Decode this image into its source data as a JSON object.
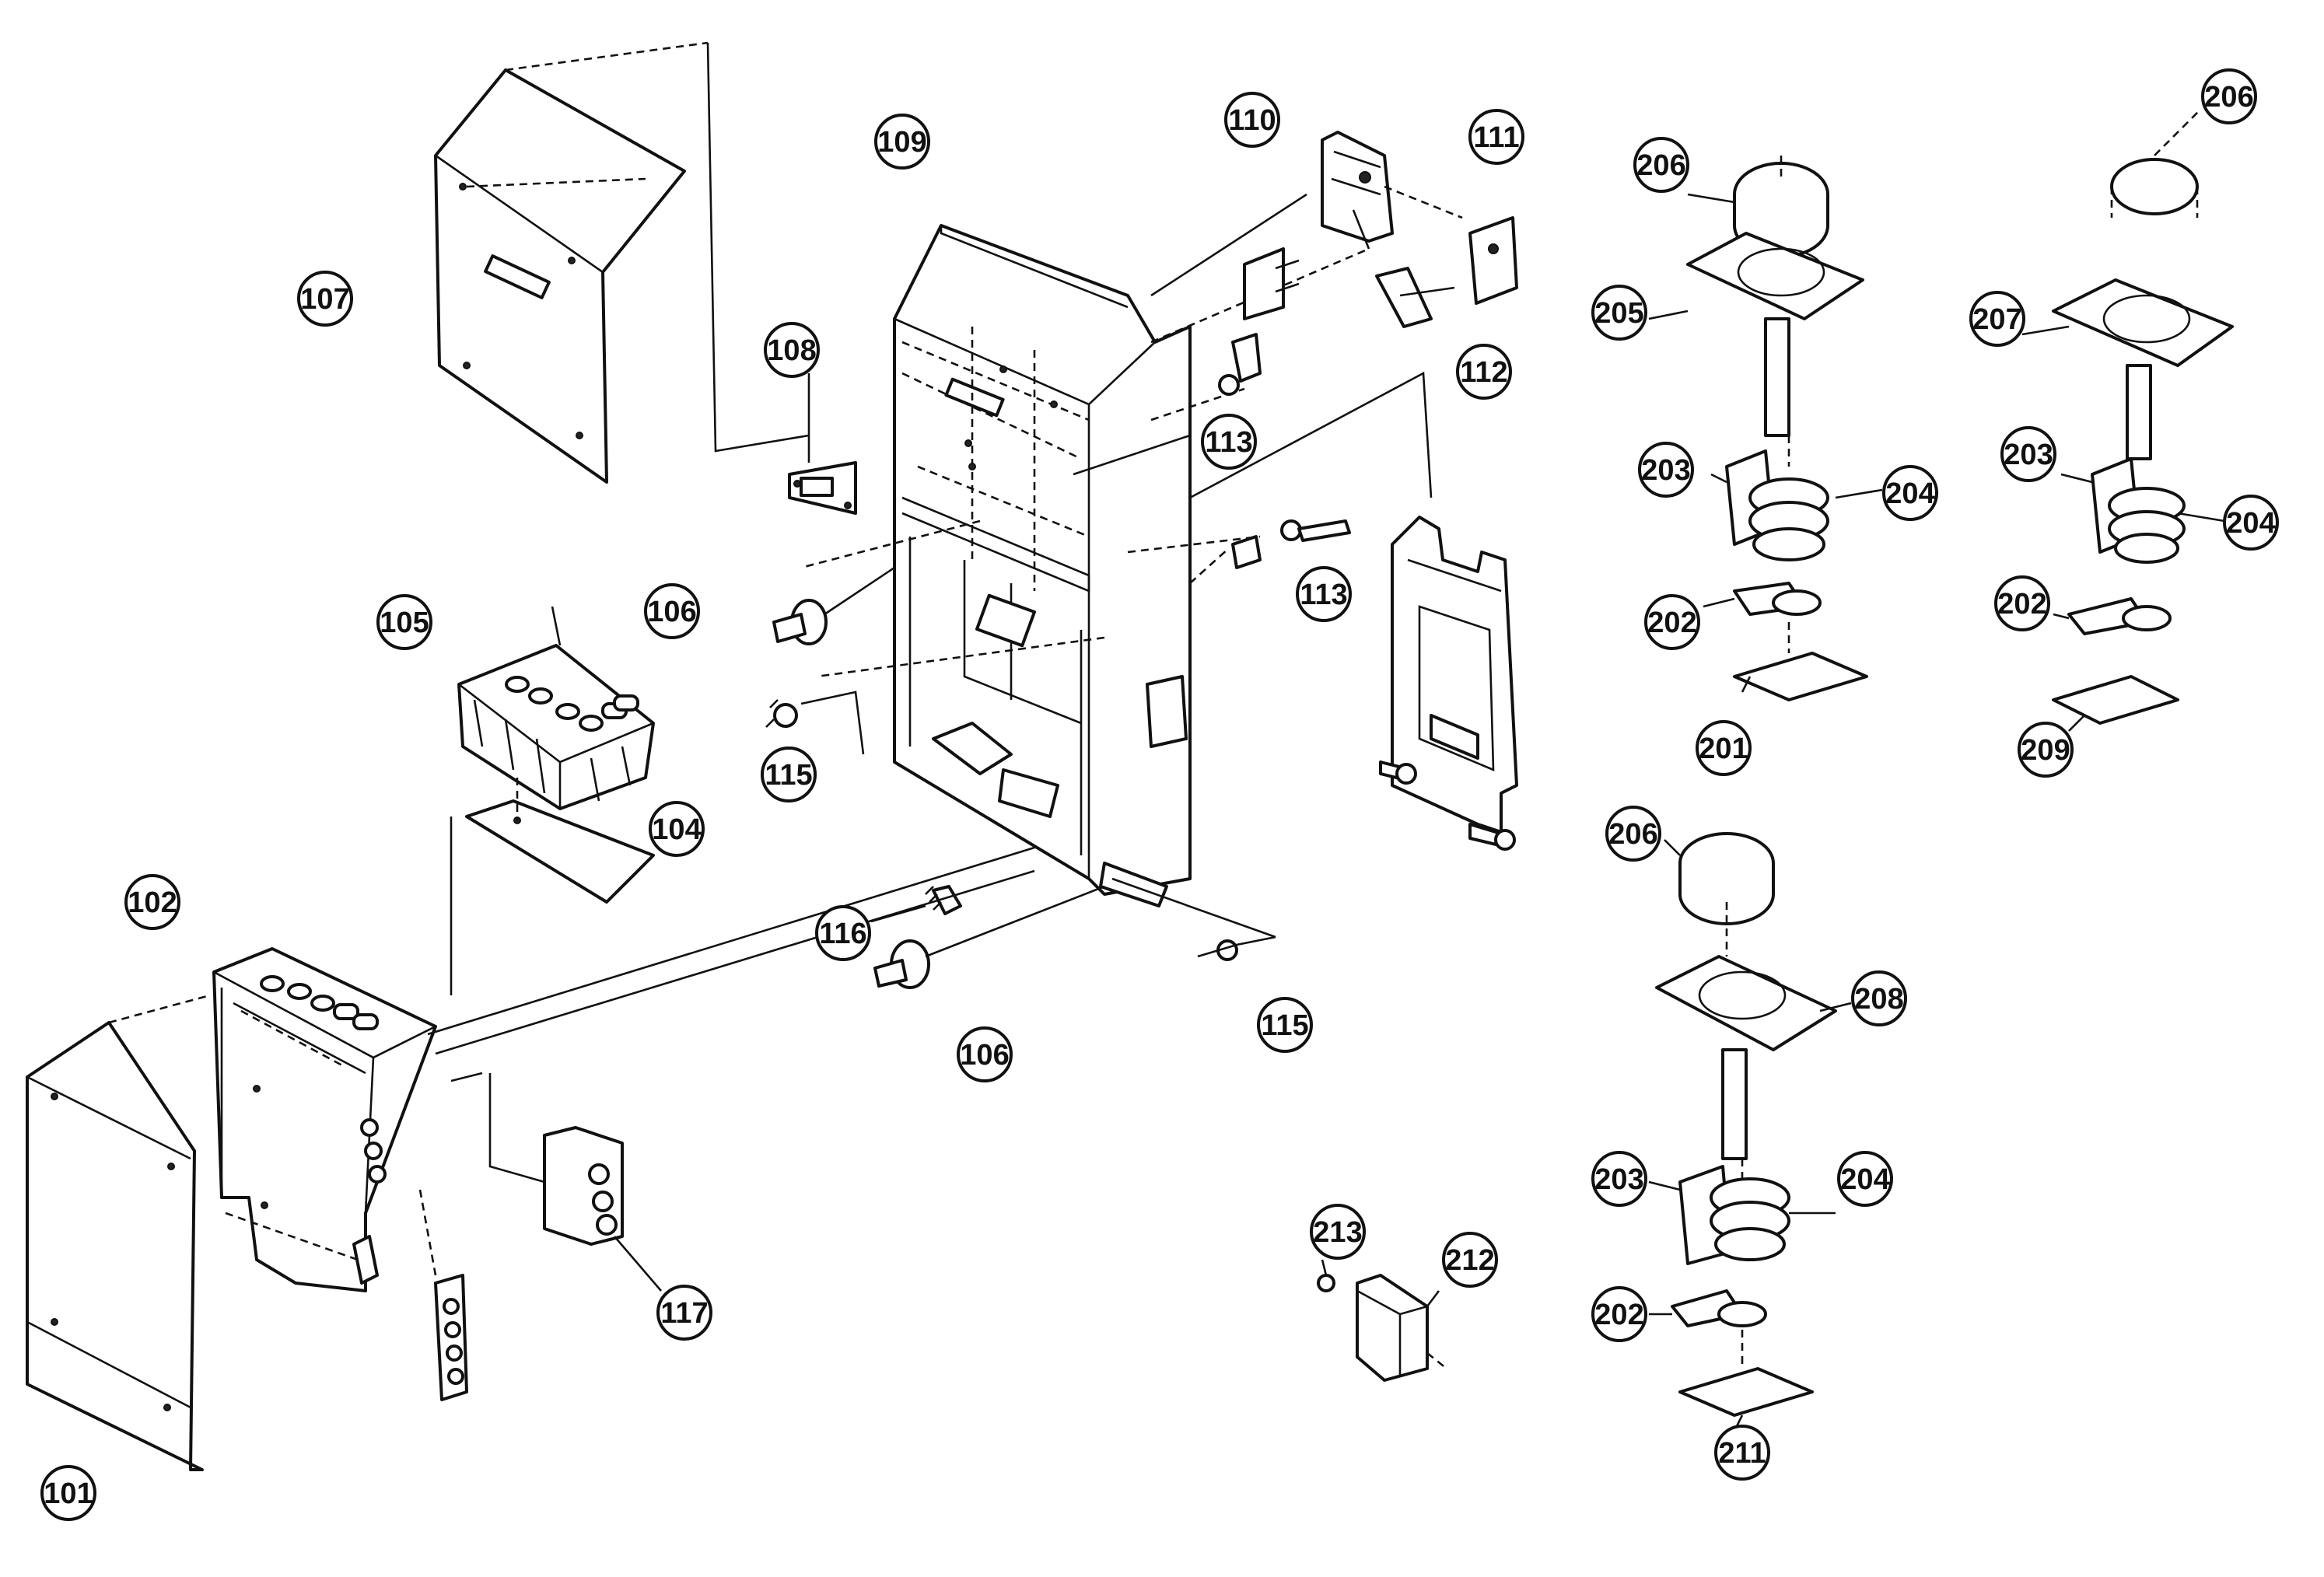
{
  "callouts": {
    "c101": "101",
    "c102": "102",
    "c104": "104",
    "c105": "105",
    "c106a": "106",
    "c106b": "106",
    "c107": "107",
    "c108": "108",
    "c109": "109",
    "c110": "110",
    "c111": "111",
    "c112": "112",
    "c113a": "113",
    "c113b": "113",
    "c115a": "115",
    "c115b": "115",
    "c116": "116",
    "c117": "117",
    "c201": "201",
    "c202a": "202",
    "c202b": "202",
    "c202c": "202",
    "c203a": "203",
    "c203b": "203",
    "c203c": "203",
    "c204a": "204",
    "c204b": "204",
    "c204c": "204",
    "c205": "205",
    "c206a": "206",
    "c206b": "206",
    "c206c": "206",
    "c207": "207",
    "c208": "208",
    "c209": "209",
    "c211": "211",
    "c212": "212",
    "c213": "213"
  }
}
